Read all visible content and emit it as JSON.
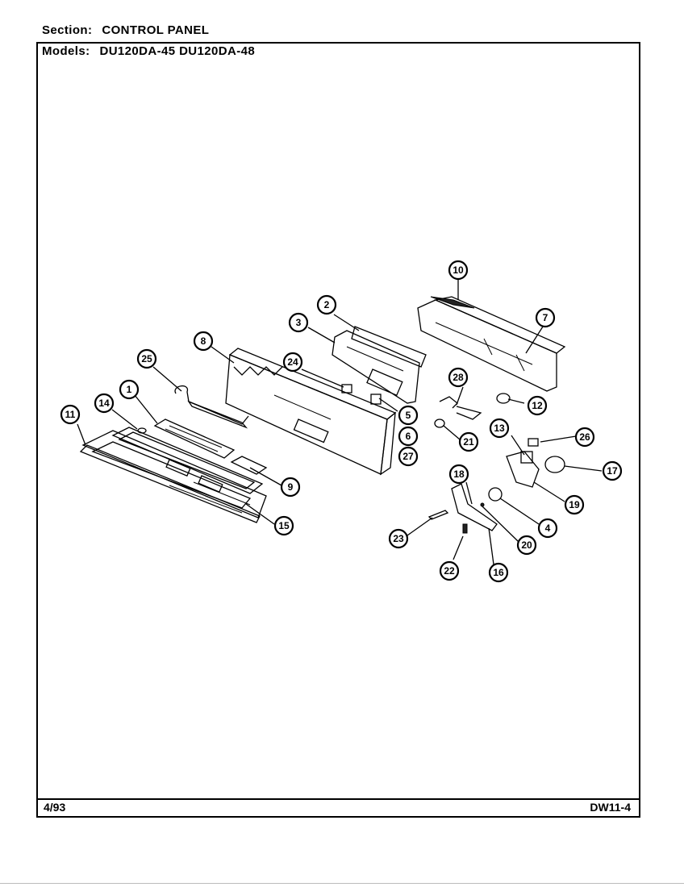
{
  "header": {
    "section_label": "Section:",
    "section_value": "CONTROL PANEL",
    "models_label": "Models:",
    "models_value": "DU120DA-45  DU120DA-48"
  },
  "footer": {
    "date": "4/93",
    "code": "DW11-4"
  },
  "callouts": [
    "1",
    "2",
    "3",
    "4",
    "5",
    "6",
    "7",
    "8",
    "9",
    "10",
    "11",
    "12",
    "13",
    "14",
    "15",
    "16",
    "17",
    "18",
    "19",
    "20",
    "21",
    "22",
    "23",
    "24",
    "25",
    "26",
    "27",
    "28"
  ],
  "colors": {
    "ink": "#000000",
    "paper": "#ffffff"
  }
}
